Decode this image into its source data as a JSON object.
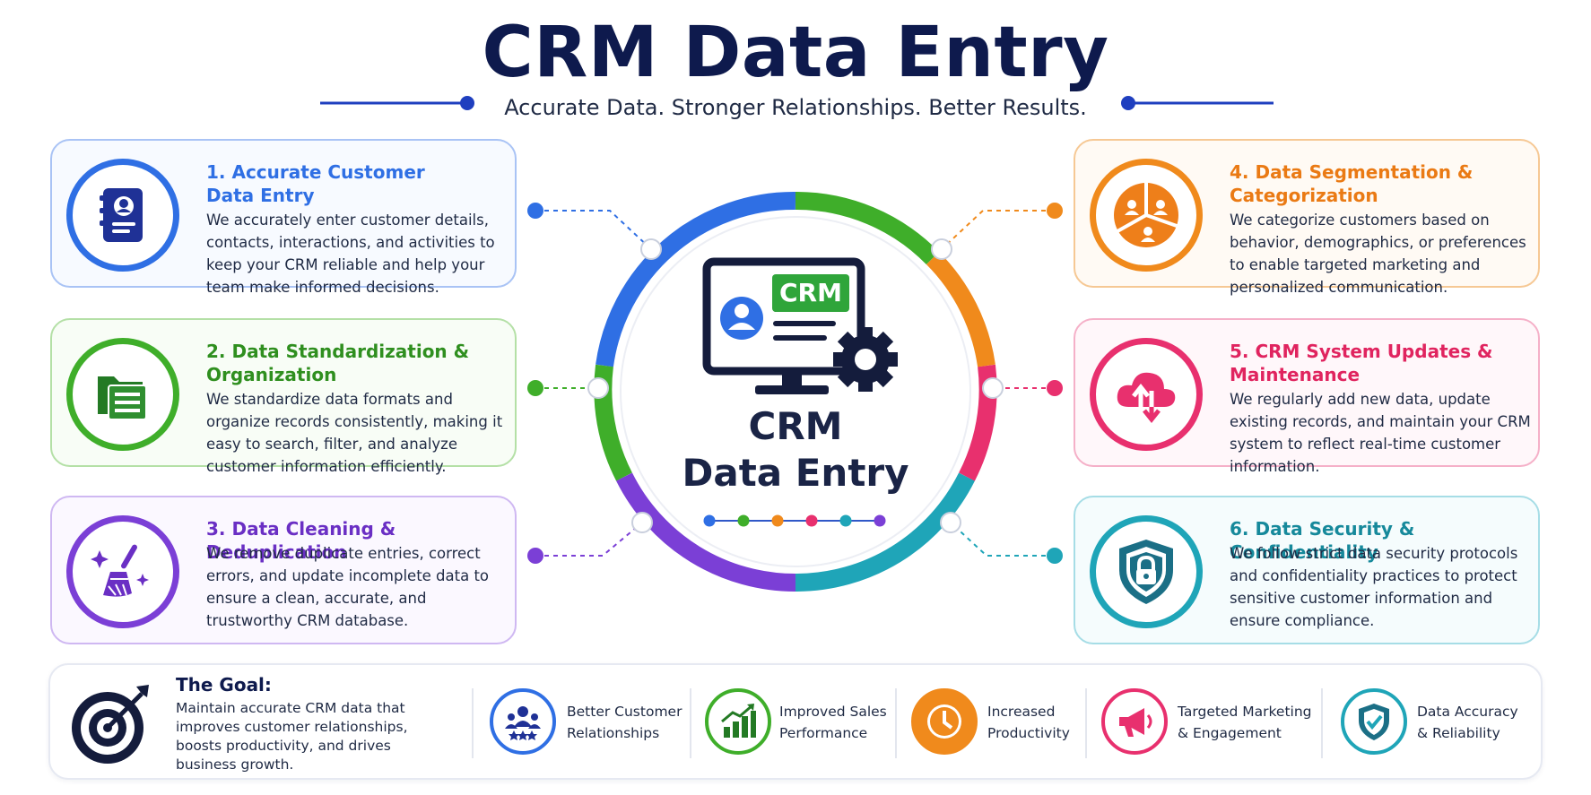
{
  "header": {
    "title": "CRM Data Entry",
    "subtitle": "Accurate Data. Stronger Relationships. Better Results."
  },
  "center": {
    "badge": "CRM",
    "title_line1": "CRM",
    "title_line2": "Data Entry"
  },
  "cards": [
    {
      "title": "1. Accurate Customer Data Entry",
      "title_l1": "1. Accurate Customer",
      "title_l2": "Data Entry",
      "desc": "We accurately enter customer details, contacts, interactions, and activities to keep your CRM reliable and help your team make informed decisions.",
      "color": "#2f6fe4",
      "icon": "address-book-icon"
    },
    {
      "title": "2. Data Standardization & Organization",
      "title_l1": "2. Data Standardization &",
      "title_l2": "Organization",
      "desc": "We standardize data formats and organize records consistently, making it easy to search, filter, and analyze customer information efficiently.",
      "color": "#3fae2a",
      "icon": "folder-files-icon"
    },
    {
      "title": "3. Data Cleaning & Deduplication",
      "title_l1": "3. Data Cleaning & Deduplication",
      "title_l2": "",
      "desc": "We remove duplicate entries, correct errors, and update incomplete data to ensure a clean, accurate, and trustworthy CRM database.",
      "color": "#7b3fd6",
      "icon": "broom-icon"
    },
    {
      "title": "4. Data Segmentation & Categorization",
      "title_l1": "4. Data Segmentation &",
      "title_l2": "Categorization",
      "desc": "We categorize customers based on behavior, demographics, or preferences to enable targeted marketing and personalized communication.",
      "color": "#f08a1c",
      "icon": "segment-pie-icon"
    },
    {
      "title": "5. CRM System Updates & Maintenance",
      "title_l1": "5. CRM System Updates &",
      "title_l2": "Maintenance",
      "desc": "We regularly add new data, update existing records, and maintain your CRM system to reflect real-time customer information.",
      "color": "#e8306e",
      "icon": "cloud-sync-icon"
    },
    {
      "title": "6. Data Security & Confidentiality",
      "title_l1": "6. Data Security & Confidentiality",
      "title_l2": "",
      "desc": "We follow strict data security protocols and confidentiality practices to protect sensitive customer information and ensure compliance.",
      "color": "#1fa5b8",
      "icon": "shield-lock-icon"
    }
  ],
  "goal": {
    "title": "The Goal:",
    "desc": "Maintain accurate CRM data that improves customer relationships, boosts productivity, and drives business growth."
  },
  "benefits": [
    {
      "line1": "Better Customer",
      "line2": "Relationships",
      "color": "#2f6fe4",
      "icon": "customers-icon"
    },
    {
      "line1": "Improved Sales",
      "line2": "Performance",
      "color": "#3fae2a",
      "icon": "growth-chart-icon"
    },
    {
      "line1": "Increased",
      "line2": "Productivity",
      "color": "#f08a1c",
      "icon": "clock-icon"
    },
    {
      "line1": "Targeted Marketing",
      "line2": "& Engagement",
      "color": "#e8306e",
      "icon": "megaphone-icon"
    },
    {
      "line1": "Data Accuracy",
      "line2": "& Reliability",
      "color": "#1fa5b8",
      "icon": "shield-check-icon"
    }
  ]
}
